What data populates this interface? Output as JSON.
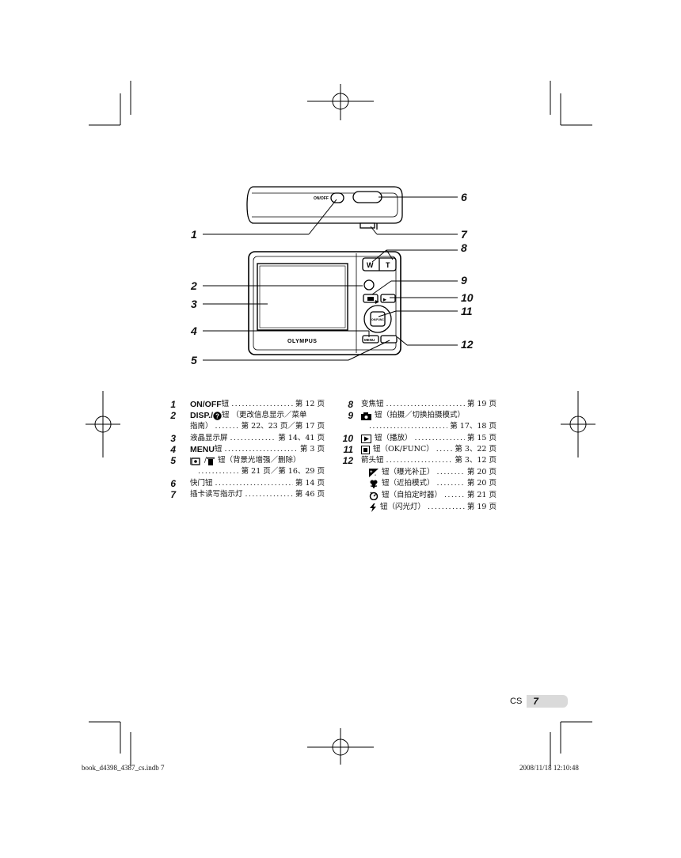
{
  "brand": "OLYMPUS",
  "camera_labels": {
    "onoff": "ON/OFF",
    "zoom_w": "W",
    "zoom_t": "T",
    "ok_func": "OK/FUNC",
    "menu": "MENU"
  },
  "callouts": [
    "1",
    "2",
    "3",
    "4",
    "5",
    "6",
    "7",
    "8",
    "9",
    "10",
    "11",
    "12"
  ],
  "left_items": [
    {
      "num": "1",
      "bold": "ON/OFF",
      "text": " 钮",
      "page": "第 12 页"
    },
    {
      "num": "2",
      "bold": "DISP./",
      "text": " 钮 （更改信息显示／菜单",
      "cont": "指南）",
      "page": "第 22、23 页／第 17 页"
    },
    {
      "num": "3",
      "text": "液晶显示屏",
      "page": "第 14、41 页"
    },
    {
      "num": "4",
      "bold": "MENU",
      "text": " 钮",
      "page": "第 3 页"
    },
    {
      "num": "5",
      "text": "钮（背景光增强／删除）",
      "page": "第 21 页／第 16、29 页"
    },
    {
      "num": "6",
      "text": "快门钮",
      "page": "第 14 页"
    },
    {
      "num": "7",
      "text": "插卡读写指示灯",
      "page": "第 46 页"
    }
  ],
  "right_items": [
    {
      "num": "8",
      "text": "变焦钮",
      "page": "第 19 页"
    },
    {
      "num": "9",
      "text": "钮（拍摄／切换拍摄模式）",
      "page": "第 17、18 页"
    },
    {
      "num": "10",
      "text": "钮（播放）",
      "page": "第 15 页"
    },
    {
      "num": "11",
      "text": "钮（OK/FUNC）",
      "page": "第 3、22 页"
    },
    {
      "num": "12",
      "text": "箭头钮",
      "page": "第 3、12 页"
    },
    {
      "text": "钮（曝光补正）",
      "page": "第 20 页"
    },
    {
      "text": "钮（近拍模式）",
      "page": "第 20 页"
    },
    {
      "text": "钮（自拍定时器）",
      "page": "第 21 页"
    },
    {
      "text": "钮（闪光灯）",
      "page": "第 19 页"
    }
  ],
  "page_badge": {
    "lang": "CS",
    "number": "7"
  },
  "footer": {
    "file": "book_d4398_4387_cs.indb  7",
    "datetime": "2008/11/18   12:10:48"
  }
}
